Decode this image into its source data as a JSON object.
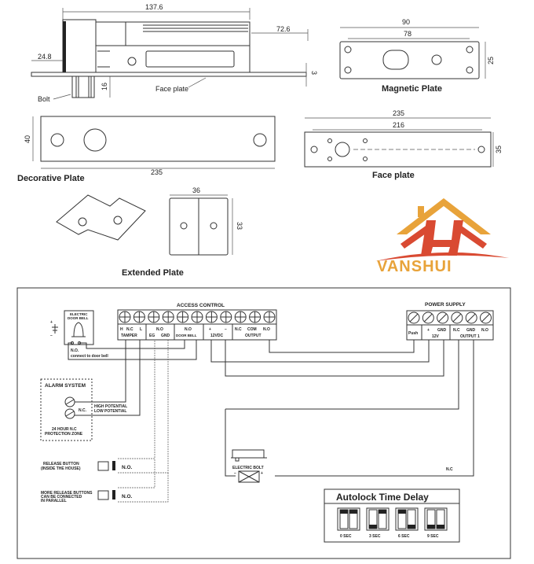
{
  "colors": {
    "logo_orange": "#E8A33A",
    "logo_red": "#D94A32",
    "line": "#333333"
  },
  "lock_side": {
    "length": "137.6",
    "overhang": "72.6",
    "offset": "24.8",
    "bolt_height": "16",
    "plate_thickness": "3",
    "face_plate_label": "Face plate",
    "bolt_label": "Bolt"
  },
  "magnetic_plate": {
    "width": "90",
    "hole_spacing": "78",
    "height": "25",
    "title": "Magnetic Plate"
  },
  "decorative_plate": {
    "height": "40",
    "width": "235",
    "title": "Decorative Plate"
  },
  "face_plate": {
    "width": "235",
    "hole_spacing": "216",
    "height": "35",
    "title": "Face plate"
  },
  "extended_plate": {
    "width": "36",
    "height": "33",
    "title": "Extended Plate"
  },
  "logo": {
    "text": "VANSHUI"
  },
  "wiring": {
    "access_control": {
      "title": "ACCESS CONTROL",
      "row1": [
        "H",
        "N.C",
        "L",
        "N.O",
        "N.O",
        "+",
        "−",
        "N.C",
        "COM",
        "N.O"
      ],
      "groups": [
        "TAMPER",
        "EG",
        "GND",
        "DOOR BELL",
        "12VDC",
        "OUTPUT"
      ]
    },
    "power_supply": {
      "title": "POWER SUPPLY",
      "push": "Push",
      "plus": "+",
      "gnd": "GND",
      "v12": "12V",
      "nc": "N.C",
      "gnd2": "GND",
      "no": "N.O",
      "output1": "OUTPUT 1"
    },
    "door_bell": {
      "title1": "ELECTRIC",
      "title2": "DOOR BELL",
      "no": "N.O.",
      "connect": "connect to door bell",
      "plus": "+",
      "minus": "−"
    },
    "alarm": {
      "title": "ALARM SYSTEM",
      "nc": "N.C.",
      "high": "HIGH POTENTIAL",
      "low": "LOW POTENTIAL",
      "zone1": "24 HOUR N.C",
      "zone2": "PROTECTION ZONE"
    },
    "release1": {
      "line1": "RELEASE BUTTON",
      "line2": "(INSIDE THE HOUSE)",
      "no": "N.O."
    },
    "release2": {
      "line1": "MORE RELEASE BUTTONS",
      "line2": "CAN BE CONNECTED",
      "line3": "IN PARALLEL",
      "no": "N.O."
    },
    "bolt": {
      "label": "ELECTRIC BOLT",
      "minus": "−",
      "plus": "+"
    },
    "nc_label": "N.C"
  },
  "autolock": {
    "title": "Autolock Time Delay",
    "settings": [
      {
        "label": "0 SEC",
        "sw1": "up",
        "sw2": "up"
      },
      {
        "label": "3 SEC",
        "sw1": "down",
        "sw2": "up"
      },
      {
        "label": "6 SEC",
        "sw1": "up",
        "sw2": "down"
      },
      {
        "label": "9 SEC",
        "sw1": "down",
        "sw2": "down"
      }
    ]
  }
}
